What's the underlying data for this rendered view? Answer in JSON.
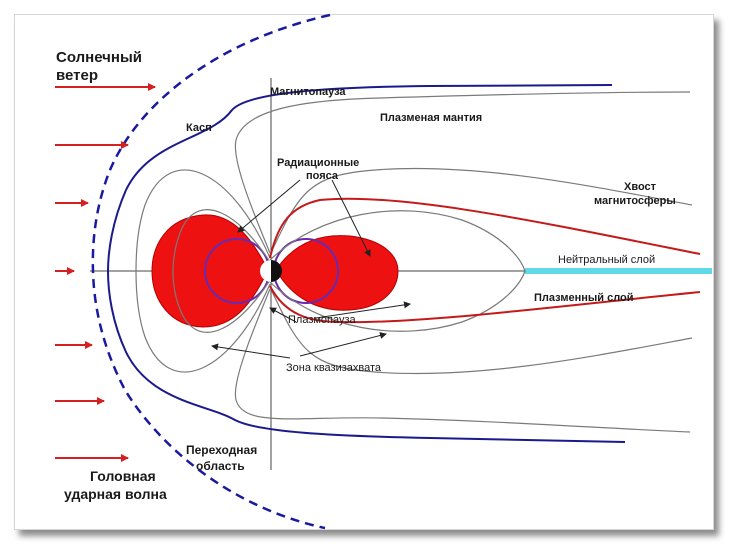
{
  "labels": {
    "solar_wind_1": "Солнечный",
    "solar_wind_2": "ветер",
    "magnetopause": "Магнитопауза",
    "cusp": "Касп",
    "plasma_mantle": "Плазменая мантия",
    "radiation_belts_1": "Радиационные",
    "radiation_belts_2": "пояса",
    "magnetotail_1": "Хвост",
    "magnetotail_2": "магнитосферы",
    "neutral_sheet": "Нейтральный слой",
    "plasma_sheet": "Плазменный слой",
    "plasmapause": "Плазмопауза",
    "quasi_trapping_zone": "Зона квазизахвата",
    "transition_1": "Переходная",
    "transition_2": "область",
    "bow_shock_1": "Головная",
    "bow_shock_2": "ударная волна"
  },
  "colors": {
    "belt_fill": "#ee1111",
    "magnetopause_line": "#1a1a8c",
    "field_line": "#7a7a7a",
    "red_line": "#c41a1a",
    "arrow": "#d42020",
    "neutral_sheet": "#5fd8e8",
    "plasmasphere": "#6a2ab0"
  }
}
